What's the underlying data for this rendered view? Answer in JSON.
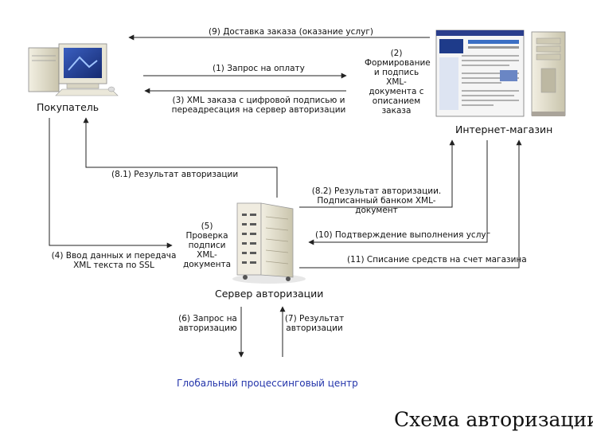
{
  "nodes": {
    "buyer": "Покупатель",
    "shop": "Интернет-магазин",
    "auth_server": "Сервер авторизации",
    "processing_center": "Глобальный процессинговый центр"
  },
  "steps": {
    "s1": "(1) Запрос на оплату",
    "s2": "(2)\nФормирование\nи подпись XML-\nдокумента с\nописанием\nзаказа",
    "s3": "(3) XML заказа с  цифровой подписью и\nпереадресация на сервер авторизации",
    "s4": "(4) Ввод данных и передача\nXML текста по SSL",
    "s5": "(5)\nПроверка\nподписи\nXML-\nдокумента",
    "s6": "(6) Запрос на\nавторизацию",
    "s7": "(7) Результат\nавторизации",
    "s8_1": "(8.1) Результат авторизации",
    "s8_2": "(8.2) Результат авторизации.\nПодписанный банком XML-документ",
    "s9": "(9) Доставка заказа (оказание услуг)",
    "s10": "(10) Подтверждение выполнения услуг",
    "s11": "(11) Списание средств на счет магазина"
  },
  "caption": "Схема авторизации",
  "colors": {
    "line": "#222222",
    "center_text": "#2233aa"
  },
  "icons": {
    "buyer": "desktop-computer-icon",
    "shop_browser": "web-page-screenshot-icon",
    "shop_server": "tower-server-icon",
    "auth_server": "server-cabinet-icon"
  }
}
